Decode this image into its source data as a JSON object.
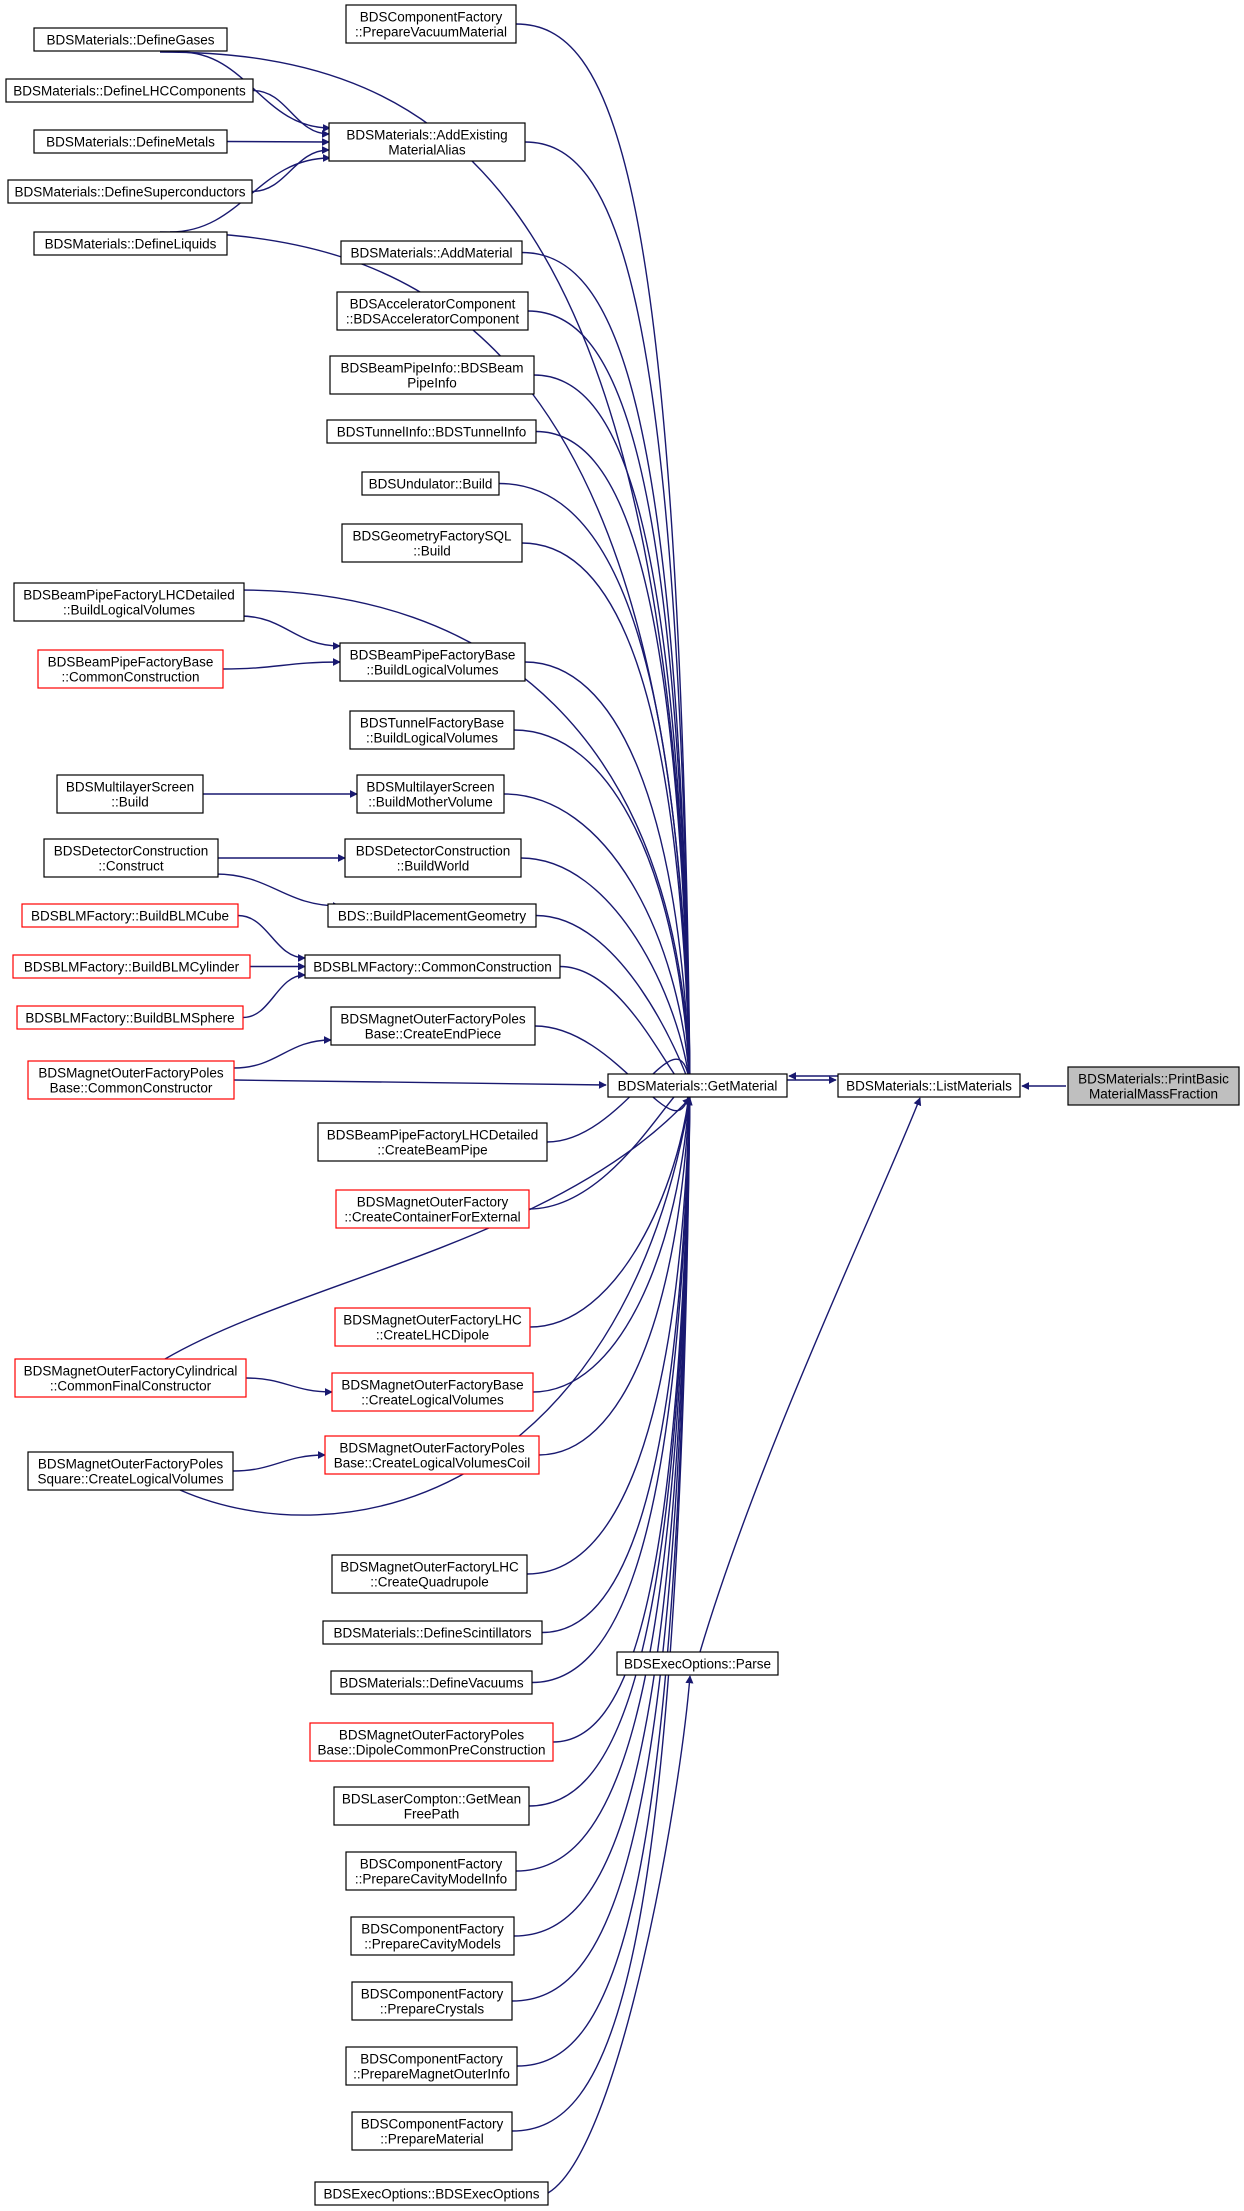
{
  "colors": {
    "edge": "#191970",
    "node_border": "#000000",
    "node_border_truncated": "#ff0000",
    "node_fill": "#ffffff",
    "focus_fill": "#bfbfbf",
    "focus_border": "#000000"
  },
  "nodes": [
    {
      "id": "prepare_vacuum_material",
      "lines": [
        "BDSComponentFactory",
        "::PrepareVacuumMaterial"
      ],
      "style": "normal"
    },
    {
      "id": "define_gases",
      "lines": [
        "BDSMaterials::DefineGases"
      ],
      "style": "normal"
    },
    {
      "id": "define_lhc_components",
      "lines": [
        "BDSMaterials::DefineLHCComponents"
      ],
      "style": "normal"
    },
    {
      "id": "add_existing_material_alias",
      "lines": [
        "BDSMaterials::AddExisting",
        "MaterialAlias"
      ],
      "style": "normal"
    },
    {
      "id": "define_metals",
      "lines": [
        "BDSMaterials::DefineMetals"
      ],
      "style": "normal"
    },
    {
      "id": "define_superconductors",
      "lines": [
        "BDSMaterials::DefineSuperconductors"
      ],
      "style": "normal"
    },
    {
      "id": "define_liquids",
      "lines": [
        "BDSMaterials::DefineLiquids"
      ],
      "style": "normal"
    },
    {
      "id": "add_material",
      "lines": [
        "BDSMaterials::AddMaterial"
      ],
      "style": "normal"
    },
    {
      "id": "accelerator_component",
      "lines": [
        "BDSAcceleratorComponent",
        "::BDSAcceleratorComponent"
      ],
      "style": "normal"
    },
    {
      "id": "beam_pipe_info",
      "lines": [
        "BDSBeamPipeInfo::BDSBeam",
        "PipeInfo"
      ],
      "style": "normal"
    },
    {
      "id": "tunnel_info",
      "lines": [
        "BDSTunnelInfo::BDSTunnelInfo"
      ],
      "style": "normal"
    },
    {
      "id": "undulator_build",
      "lines": [
        "BDSUndulator::Build"
      ],
      "style": "normal"
    },
    {
      "id": "geometry_factory_sql_build",
      "lines": [
        "BDSGeometryFactorySQL",
        "::Build"
      ],
      "style": "normal"
    },
    {
      "id": "beampipe_lhcdetailed_build_logical",
      "lines": [
        "BDSBeamPipeFactoryLHCDetailed",
        "::BuildLogicalVolumes"
      ],
      "style": "normal"
    },
    {
      "id": "beampipe_base_build_logical",
      "lines": [
        "BDSBeamPipeFactoryBase",
        "::BuildLogicalVolumes"
      ],
      "style": "normal"
    },
    {
      "id": "beampipe_base_common_construction",
      "lines": [
        "BDSBeamPipeFactoryBase",
        "::CommonConstruction"
      ],
      "style": "truncated"
    },
    {
      "id": "tunnel_factory_base_build_logical",
      "lines": [
        "BDSTunnelFactoryBase",
        "::BuildLogicalVolumes"
      ],
      "style": "normal"
    },
    {
      "id": "multilayer_screen_build",
      "lines": [
        "BDSMultilayerScreen",
        "::Build"
      ],
      "style": "normal"
    },
    {
      "id": "multilayer_screen_build_mother",
      "lines": [
        "BDSMultilayerScreen",
        "::BuildMotherVolume"
      ],
      "style": "normal"
    },
    {
      "id": "detector_construction_construct",
      "lines": [
        "BDSDetectorConstruction",
        "::Construct"
      ],
      "style": "normal"
    },
    {
      "id": "detector_construction_build_world",
      "lines": [
        "BDSDetectorConstruction",
        "::BuildWorld"
      ],
      "style": "normal"
    },
    {
      "id": "build_placement_geometry",
      "lines": [
        "BDS::BuildPlacementGeometry"
      ],
      "style": "normal"
    },
    {
      "id": "blm_build_cube",
      "lines": [
        "BDSBLMFactory::BuildBLMCube"
      ],
      "style": "truncated"
    },
    {
      "id": "blm_build_cylinder",
      "lines": [
        "BDSBLMFactory::BuildBLMCylinder"
      ],
      "style": "truncated"
    },
    {
      "id": "blm_common_construction",
      "lines": [
        "BDSBLMFactory::CommonConstruction"
      ],
      "style": "normal"
    },
    {
      "id": "blm_build_sphere",
      "lines": [
        "BDSBLMFactory::BuildBLMSphere"
      ],
      "style": "truncated"
    },
    {
      "id": "poles_create_end_piece",
      "lines": [
        "BDSMagnetOuterFactoryPoles",
        "Base::CreateEndPiece"
      ],
      "style": "normal"
    },
    {
      "id": "poles_common_constructor",
      "lines": [
        "BDSMagnetOuterFactoryPoles",
        "Base::CommonConstructor"
      ],
      "style": "truncated"
    },
    {
      "id": "get_material",
      "lines": [
        "BDSMaterials::GetMaterial"
      ],
      "style": "normal"
    },
    {
      "id": "list_materials",
      "lines": [
        "BDSMaterials::ListMaterials"
      ],
      "style": "normal"
    },
    {
      "id": "print_basic_material_mass_fraction",
      "lines": [
        "BDSMaterials::PrintBasic",
        "MaterialMassFraction"
      ],
      "style": "focus"
    },
    {
      "id": "beampipe_lhcdetailed_create_beampipe",
      "lines": [
        "BDSBeamPipeFactoryLHCDetailed",
        "::CreateBeamPipe"
      ],
      "style": "normal"
    },
    {
      "id": "create_container_for_external",
      "lines": [
        "BDSMagnetOuterFactory",
        "::CreateContainerForExternal"
      ],
      "style": "truncated"
    },
    {
      "id": "create_lhc_dipole",
      "lines": [
        "BDSMagnetOuterFactoryLHC",
        "::CreateLHCDipole"
      ],
      "style": "truncated"
    },
    {
      "id": "cylindrical_common_final_constructor",
      "lines": [
        "BDSMagnetOuterFactoryCylindrical",
        "::CommonFinalConstructor"
      ],
      "style": "truncated"
    },
    {
      "id": "outer_base_create_logical",
      "lines": [
        "BDSMagnetOuterFactoryBase",
        "::CreateLogicalVolumes"
      ],
      "style": "truncated"
    },
    {
      "id": "poles_create_logical_coil",
      "lines": [
        "BDSMagnetOuterFactoryPoles",
        "Base::CreateLogicalVolumesCoil"
      ],
      "style": "truncated"
    },
    {
      "id": "poles_square_create_logical",
      "lines": [
        "BDSMagnetOuterFactoryPoles",
        "Square::CreateLogicalVolumes"
      ],
      "style": "normal"
    },
    {
      "id": "create_quadrupole",
      "lines": [
        "BDSMagnetOuterFactoryLHC",
        "::CreateQuadrupole"
      ],
      "style": "normal"
    },
    {
      "id": "define_scintillators",
      "lines": [
        "BDSMaterials::DefineScintillators"
      ],
      "style": "normal"
    },
    {
      "id": "exec_options_parse",
      "lines": [
        "BDSExecOptions::Parse"
      ],
      "style": "normal"
    },
    {
      "id": "define_vacuums",
      "lines": [
        "BDSMaterials::DefineVacuums"
      ],
      "style": "normal"
    },
    {
      "id": "dipole_common_pre_construction",
      "lines": [
        "BDSMagnetOuterFactoryPoles",
        "Base::DipoleCommonPreConstruction"
      ],
      "style": "truncated"
    },
    {
      "id": "laser_compton_get_mean_free_path",
      "lines": [
        "BDSLaserCompton::GetMean",
        "FreePath"
      ],
      "style": "normal"
    },
    {
      "id": "prepare_cavity_model_info",
      "lines": [
        "BDSComponentFactory",
        "::PrepareCavityModelInfo"
      ],
      "style": "normal"
    },
    {
      "id": "prepare_cavity_models",
      "lines": [
        "BDSComponentFactory",
        "::PrepareCavityModels"
      ],
      "style": "normal"
    },
    {
      "id": "prepare_crystals",
      "lines": [
        "BDSComponentFactory",
        "::PrepareCrystals"
      ],
      "style": "normal"
    },
    {
      "id": "prepare_magnet_outer_info",
      "lines": [
        "BDSComponentFactory",
        "::PrepareMagnetOuterInfo"
      ],
      "style": "normal"
    },
    {
      "id": "prepare_material",
      "lines": [
        "BDSComponentFactory",
        "::PrepareMaterial"
      ],
      "style": "normal"
    },
    {
      "id": "exec_options_ctor",
      "lines": [
        "BDSExecOptions::BDSExecOptions"
      ],
      "style": "normal"
    }
  ]
}
